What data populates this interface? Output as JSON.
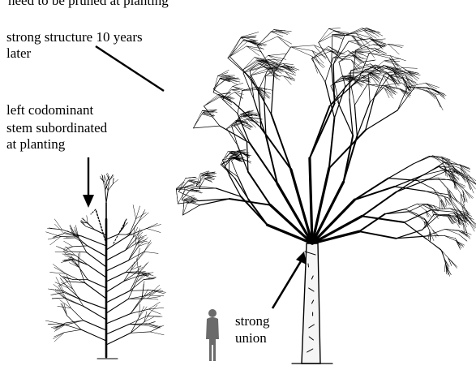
{
  "labels": {
    "top_cut": "need to be pruned at planting",
    "structure_line1": "strong structure 10 years",
    "structure_line2": "later",
    "left_line1": "left codominant",
    "left_line2": "stem subordinated",
    "left_line3": "at planting",
    "union_line1": "strong",
    "union_line2": "union"
  },
  "colors": {
    "ink": "#000000",
    "person": "#6b6b6b",
    "bark_light": "#f5f5f5"
  }
}
